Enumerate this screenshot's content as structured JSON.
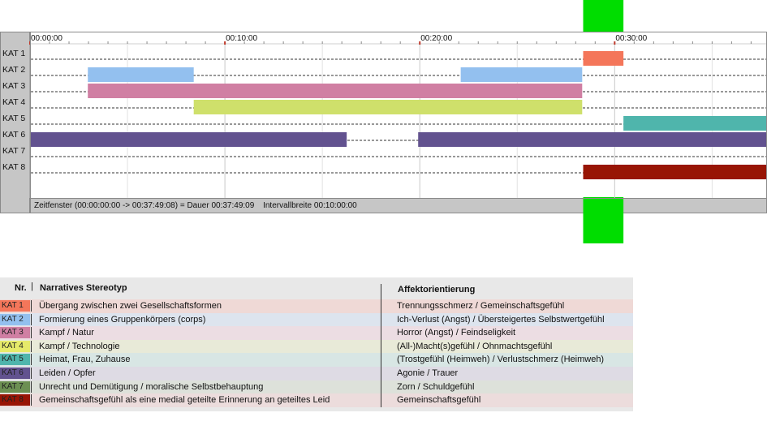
{
  "chart_data": {
    "type": "gantt",
    "x_unit": "hh:mm:ss",
    "xlim": [
      "00:00:00",
      "00:37:49"
    ],
    "tick_labels": [
      "00:00:00",
      "00:10:00",
      "00:20:00",
      "00:30:00"
    ],
    "rows": [
      "KAT 1",
      "KAT 2",
      "KAT 3",
      "KAT 4",
      "KAT 5",
      "KAT 6",
      "KAT 7",
      "KAT 8"
    ],
    "segments": [
      {
        "row": "KAT 1",
        "start": "00:28:23",
        "end": "00:30:27",
        "color": "#f4765a"
      },
      {
        "row": "KAT 2",
        "start": "00:02:58",
        "end": "00:08:24",
        "color": "#93c0ef"
      },
      {
        "row": "KAT 2",
        "start": "00:22:06",
        "end": "00:28:20",
        "color": "#93c0ef"
      },
      {
        "row": "KAT 3",
        "start": "00:02:58",
        "end": "00:28:20",
        "color": "#d07fa3"
      },
      {
        "row": "KAT 4",
        "start": "00:08:24",
        "end": "00:28:20",
        "color": "#cfe06b"
      },
      {
        "row": "KAT 5",
        "start": "00:30:27",
        "end": "00:37:49",
        "color": "#4fb5ac"
      },
      {
        "row": "KAT 6",
        "start": "00:00:00",
        "end": "00:16:15",
        "color": "#62528f"
      },
      {
        "row": "KAT 6",
        "start": "00:19:55",
        "end": "00:37:49",
        "color": "#62528f"
      },
      {
        "row": "KAT 8",
        "start": "00:28:23",
        "end": "00:37:49",
        "color": "#981505"
      }
    ],
    "highlight": {
      "start": "00:28:23",
      "end": "00:30:27",
      "color": "#00dd00"
    }
  },
  "status": {
    "zeitfenster": "Zeitfenster (00:00:00:00 -> 00:37:49:08) = Dauer 00:37:49:09",
    "intervall": "Intervallbreite 00:10:00:00"
  },
  "legend": {
    "header_nr": "Nr.",
    "header_sep": "|",
    "header_stereotyp": "Narratives Stereotyp",
    "header_affekt": "Affektorientierung",
    "rows": [
      {
        "kat": "KAT 1",
        "color": "#f4765a",
        "bg": "#efd9d6",
        "stereotyp": "Übergang zwischen zwei Gesellschaftsformen",
        "affekt": "Trennungsschmerz / Gemeinschaftsgefühl"
      },
      {
        "kat": "KAT 2",
        "color": "#93c0ef",
        "bg": "#dde4ee",
        "stereotyp": "Formierung eines Gruppenkörpers (corps)",
        "affekt": "Ich-Verlust (Angst) / Übersteigertes Selbstwertgefühl"
      },
      {
        "kat": "KAT 3",
        "color": "#d07fa3",
        "bg": "#ecdde3",
        "stereotyp": "Kampf / Natur",
        "affekt": "Horror (Angst) / Feindseligkeit"
      },
      {
        "kat": "KAT 4",
        "color": "#e6ea6a",
        "bg": "#e8ead8",
        "stereotyp": "Kampf / Technologie",
        "affekt": "(All-)Macht(s)gefühl / Ohnmachtsgefühl"
      },
      {
        "kat": "KAT 5",
        "color": "#4fb5ac",
        "bg": "#d8e6e4",
        "stereotyp": "Heimat, Frau, Zuhause",
        "affekt": "(Trostgefühl (Heimweh) / Verlustschmerz (Heimweh)"
      },
      {
        "kat": "KAT 6",
        "color": "#62528f",
        "bg": "#dedbe4",
        "stereotyp": "Leiden / Opfer",
        "affekt": "Agonie / Trauer"
      },
      {
        "kat": "KAT 7",
        "color": "#6c8f52",
        "bg": "#dde1da",
        "stereotyp": "Unrecht und Demütigung / moralische Selbstbehauptung",
        "affekt": "Zorn / Schuldgefühl"
      },
      {
        "kat": "KAT 8",
        "color": "#981505",
        "bg": "#ecdcdc",
        "stereotyp": "Gemeinschaftsgefühl als eine medial geteilte Erinnerung an geteiltes Leid",
        "affekt": "Gemeinschaftsgefühl"
      }
    ]
  }
}
